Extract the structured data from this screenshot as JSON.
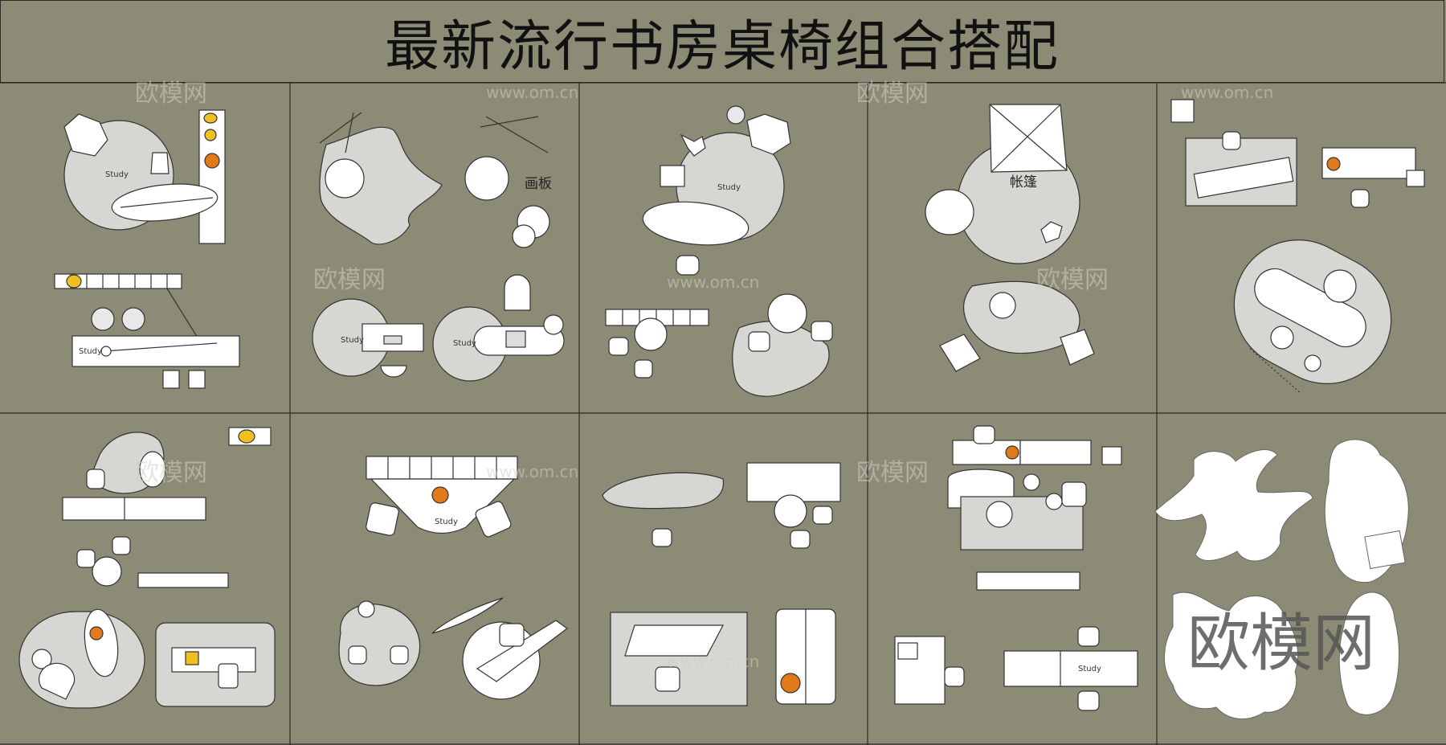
{
  "title": "最新流行书房桌椅组合搭配",
  "watermarks": {
    "brand_cn": "欧模网",
    "brand_url": "www.om.cn"
  },
  "logo_text": "欧模网",
  "plan_labels": {
    "study": "Study",
    "easel": "画板",
    "tent": "帐篷"
  },
  "colors": {
    "background": "#8c8c76",
    "rug": "#d6d6d3",
    "line": "#333333",
    "furniture": "#ffffff",
    "accent_orange": "#e07a1b",
    "accent_yellow": "#f0c020"
  }
}
